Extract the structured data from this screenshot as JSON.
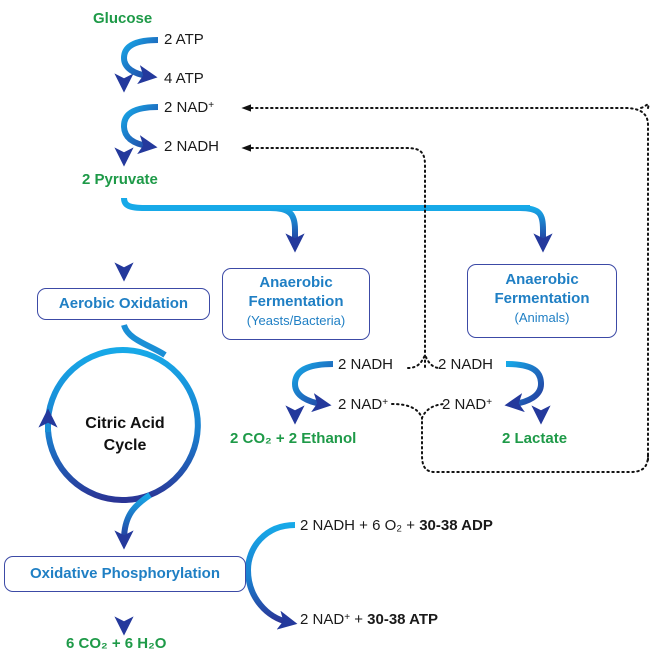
{
  "colors": {
    "product_green": "#1e9a48",
    "box_border": "#3c4aa6",
    "box_text": "#1f7fc4",
    "arrow_light": "#17a9e8",
    "arrow_dark": "#24399c"
  },
  "glycolysis": {
    "start": "Glucose",
    "inputs": [
      "2 ATP",
      "4 ATP",
      "2 NAD",
      "2 NADH"
    ],
    "nad_plus_sup": "+",
    "end": "2 Pyruvate"
  },
  "boxes": {
    "aerobic": "Aerobic Oxidation",
    "anaerobic_yeast_title1": "Anaerobic",
    "anaerobic_yeast_title2": "Fermentation",
    "anaerobic_yeast_sub": "(Yeasts/Bacteria)",
    "anaerobic_animal_title1": "Anaerobic",
    "anaerobic_animal_title2": "Fermentation",
    "anaerobic_animal_sub": "(Animals)",
    "oxphos": "Oxidative Phosphorylation"
  },
  "cycle": {
    "line1": "Citric Acid",
    "line2": "Cycle"
  },
  "yeast": {
    "in": "2 NADH",
    "out": "2 NAD",
    "product": "2 CO₂ + 2 Ethanol"
  },
  "animal": {
    "in": "2 NADH",
    "out": "2 NAD",
    "product": "2 Lactate"
  },
  "oxphos": {
    "in_plain": "2 NADH + 6 O₂ + ",
    "in_bold": "30-38 ADP",
    "out_plain_a": "2 NAD",
    "out_plain_b": " + ",
    "out_bold": "30-38 ATP",
    "product": "6 CO₂ + 6 H₂O"
  }
}
